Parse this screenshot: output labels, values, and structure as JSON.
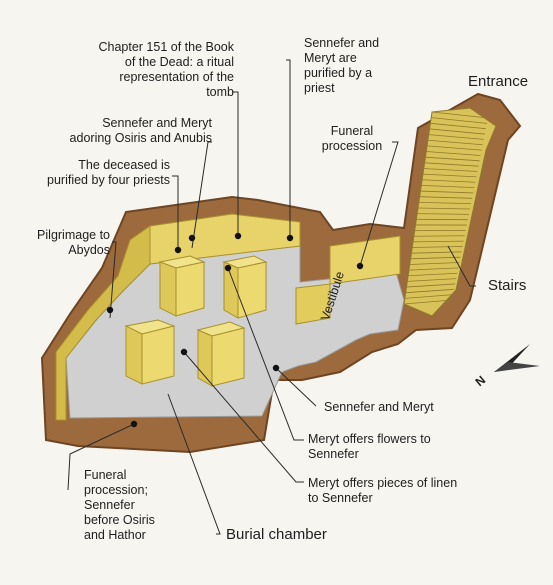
{
  "labels": {
    "chapter151": [
      "Chapter 151 of the Book",
      "of the Dead: a ritual",
      "representation of the",
      "tomb"
    ],
    "purifiedPriest": [
      "Sennefer and",
      "Meryt are",
      "purified by a",
      "priest"
    ],
    "entrance": "Entrance",
    "adoring": [
      "Sennefer and Meryt",
      "adoring Osiris and Anubis"
    ],
    "funeralProcession": [
      "Funeral",
      "procession"
    ],
    "fourPriests": [
      "The deceased is",
      "purified by four priests"
    ],
    "pilgrimage": [
      "Pilgrimage to",
      "Abydos"
    ],
    "stairs": "Stairs",
    "vestibule": "Vestibule",
    "sennMeryt": "Sennefer and Meryt",
    "flowers": [
      "Meryt offers flowers to",
      "Sennefer"
    ],
    "linen": [
      "Meryt offers pieces of linen",
      "to Sennefer"
    ],
    "funeralOsiris": [
      "Funeral",
      "procession;",
      "Sennefer",
      "before Osiris",
      "and Hathor"
    ],
    "burialChamber": "Burial chamber",
    "compass": "N"
  },
  "colors": {
    "earth": "#9c6a3c",
    "earthDark": "#6e4523",
    "wall": "#e7d36a",
    "wallDark": "#c7ad3c",
    "floor": "#cfd0cf",
    "leader": "#2a2a2a"
  }
}
